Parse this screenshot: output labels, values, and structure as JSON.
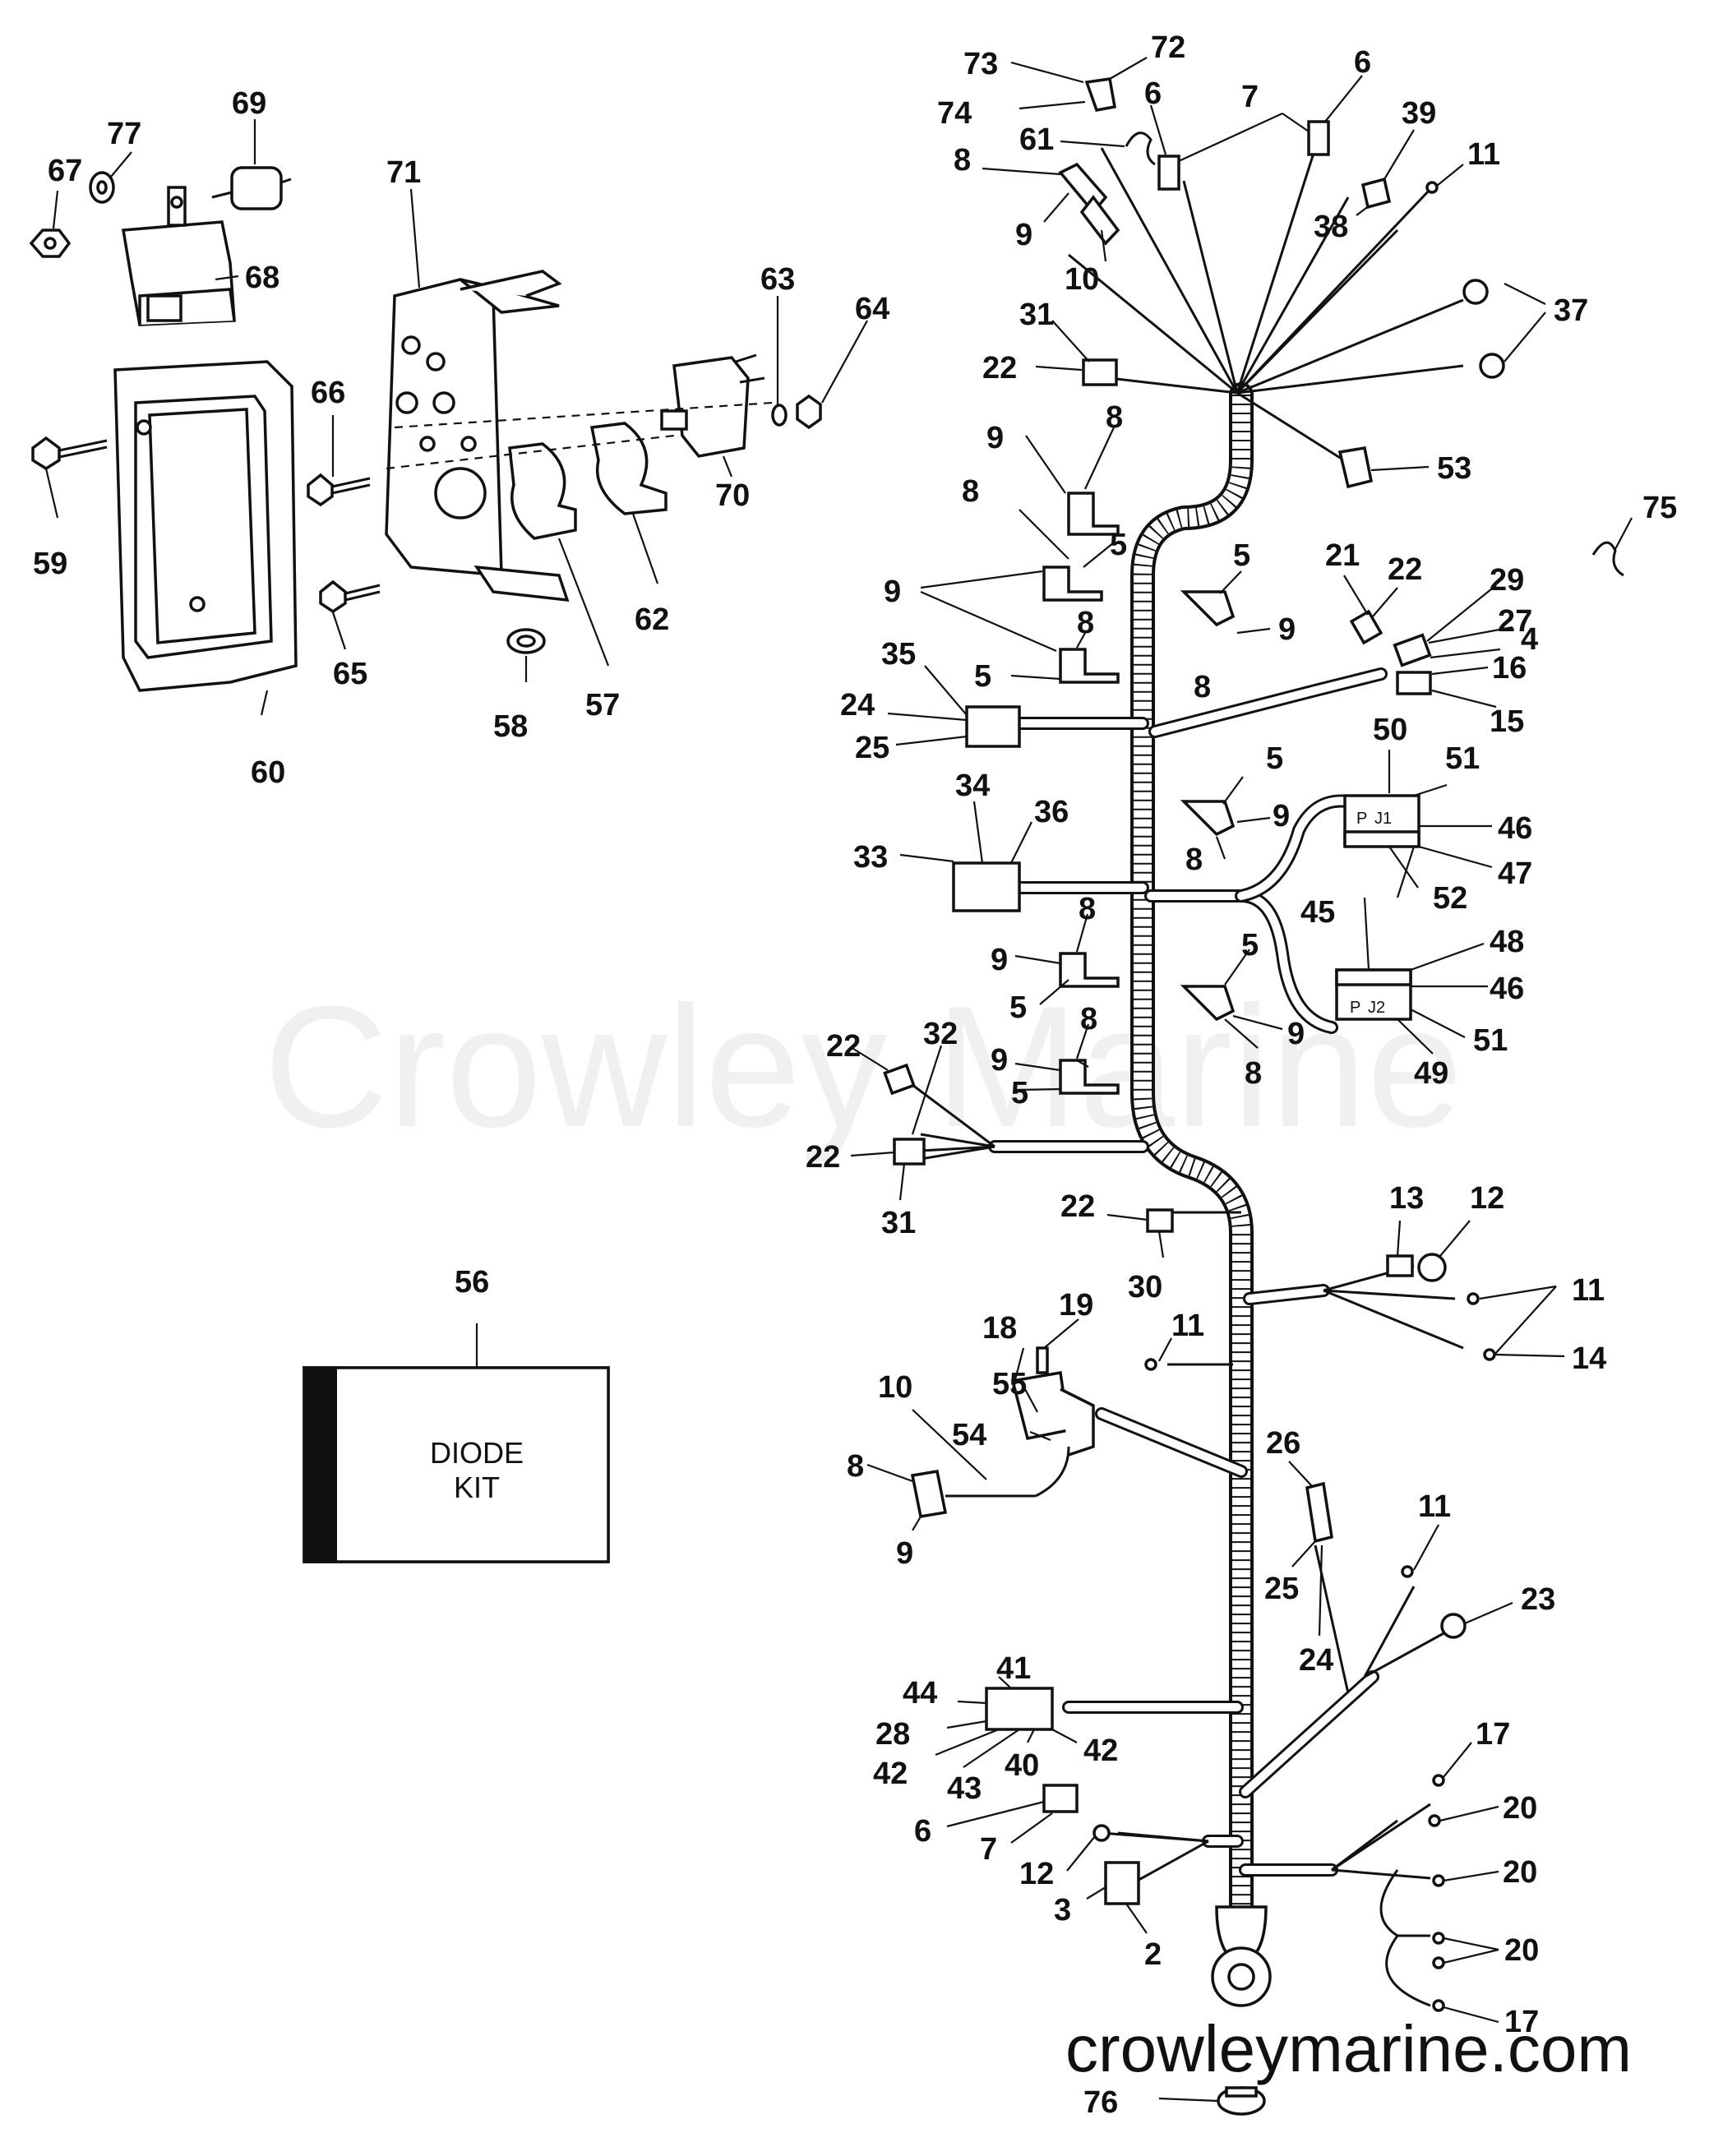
{
  "watermark": "Crowley Marine",
  "footer_site": "crowleymarine.com",
  "diode_kit": {
    "line1": "DIODE",
    "line2": "KIT"
  },
  "connector_marks": {
    "j1": "J1",
    "j2": "J2",
    "p1": "P",
    "p2": "P"
  },
  "callouts": [
    {
      "id": "c69",
      "text": "69"
    },
    {
      "id": "c77",
      "text": "77"
    },
    {
      "id": "c67",
      "text": "67"
    },
    {
      "id": "c68",
      "text": "68"
    },
    {
      "id": "c71",
      "text": "71"
    },
    {
      "id": "c63",
      "text": "63"
    },
    {
      "id": "c64",
      "text": "64"
    },
    {
      "id": "c66",
      "text": "66"
    },
    {
      "id": "c59",
      "text": "59"
    },
    {
      "id": "c70",
      "text": "70"
    },
    {
      "id": "c62",
      "text": "62"
    },
    {
      "id": "c65",
      "text": "65"
    },
    {
      "id": "c58",
      "text": "58"
    },
    {
      "id": "c57",
      "text": "57"
    },
    {
      "id": "c60",
      "text": "60"
    },
    {
      "id": "c56",
      "text": "56"
    },
    {
      "id": "c73",
      "text": "73"
    },
    {
      "id": "c72",
      "text": "72"
    },
    {
      "id": "c74",
      "text": "74"
    },
    {
      "id": "c6a",
      "text": "6"
    },
    {
      "id": "c7a",
      "text": "7"
    },
    {
      "id": "c6b",
      "text": "6"
    },
    {
      "id": "c61",
      "text": "61"
    },
    {
      "id": "c39",
      "text": "39"
    },
    {
      "id": "c8a",
      "text": "8"
    },
    {
      "id": "c11a",
      "text": "11"
    },
    {
      "id": "c38",
      "text": "38"
    },
    {
      "id": "c9a",
      "text": "9"
    },
    {
      "id": "c10a",
      "text": "10"
    },
    {
      "id": "c37",
      "text": "37"
    },
    {
      "id": "c31a",
      "text": "31"
    },
    {
      "id": "c22a",
      "text": "22"
    },
    {
      "id": "c53",
      "text": "53"
    },
    {
      "id": "c8b",
      "text": "8"
    },
    {
      "id": "c9b",
      "text": "9"
    },
    {
      "id": "c75",
      "text": "75"
    },
    {
      "id": "c8c",
      "text": "8"
    },
    {
      "id": "c5a",
      "text": "5"
    },
    {
      "id": "c5b",
      "text": "5"
    },
    {
      "id": "c21",
      "text": "21"
    },
    {
      "id": "c22b",
      "text": "22"
    },
    {
      "id": "c29",
      "text": "29"
    },
    {
      "id": "c9c",
      "text": "9"
    },
    {
      "id": "c8d",
      "text": "8"
    },
    {
      "id": "c9d",
      "text": "9"
    },
    {
      "id": "c27",
      "text": "27"
    },
    {
      "id": "c4",
      "text": "4"
    },
    {
      "id": "c8e",
      "text": "8"
    },
    {
      "id": "c35",
      "text": "35"
    },
    {
      "id": "c5c",
      "text": "5"
    },
    {
      "id": "c16",
      "text": "16"
    },
    {
      "id": "c24a",
      "text": "24"
    },
    {
      "id": "c15",
      "text": "15"
    },
    {
      "id": "c25a",
      "text": "25"
    },
    {
      "id": "c50",
      "text": "50"
    },
    {
      "id": "c5d",
      "text": "5"
    },
    {
      "id": "c51a",
      "text": "51"
    },
    {
      "id": "c34",
      "text": "34"
    },
    {
      "id": "c36",
      "text": "36"
    },
    {
      "id": "c9e",
      "text": "9"
    },
    {
      "id": "c46a",
      "text": "46"
    },
    {
      "id": "c33",
      "text": "33"
    },
    {
      "id": "c8f",
      "text": "8"
    },
    {
      "id": "c47",
      "text": "47"
    },
    {
      "id": "c52",
      "text": "52"
    },
    {
      "id": "c45",
      "text": "45"
    },
    {
      "id": "c8g",
      "text": "8"
    },
    {
      "id": "c5e",
      "text": "5"
    },
    {
      "id": "c48",
      "text": "48"
    },
    {
      "id": "c9f",
      "text": "9"
    },
    {
      "id": "c46b",
      "text": "46"
    },
    {
      "id": "c5f",
      "text": "5"
    },
    {
      "id": "c8h",
      "text": "8"
    },
    {
      "id": "c9g",
      "text": "9"
    },
    {
      "id": "c51b",
      "text": "51"
    },
    {
      "id": "c22c",
      "text": "22"
    },
    {
      "id": "c32",
      "text": "32"
    },
    {
      "id": "c9h",
      "text": "9"
    },
    {
      "id": "c8i",
      "text": "8"
    },
    {
      "id": "c49",
      "text": "49"
    },
    {
      "id": "c5g",
      "text": "5"
    },
    {
      "id": "c22d",
      "text": "22"
    },
    {
      "id": "c31b",
      "text": "31"
    },
    {
      "id": "c13",
      "text": "13"
    },
    {
      "id": "c12a",
      "text": "12"
    },
    {
      "id": "c22e",
      "text": "22"
    },
    {
      "id": "c30",
      "text": "30"
    },
    {
      "id": "c11b",
      "text": "11"
    },
    {
      "id": "c19",
      "text": "19"
    },
    {
      "id": "c11c",
      "text": "11"
    },
    {
      "id": "c14",
      "text": "14"
    },
    {
      "id": "c18",
      "text": "18"
    },
    {
      "id": "c55",
      "text": "55"
    },
    {
      "id": "c10b",
      "text": "10"
    },
    {
      "id": "c54",
      "text": "54"
    },
    {
      "id": "c26",
      "text": "26"
    },
    {
      "id": "c8j",
      "text": "8"
    },
    {
      "id": "c9i",
      "text": "9"
    },
    {
      "id": "c11d",
      "text": "11"
    },
    {
      "id": "c25b",
      "text": "25"
    },
    {
      "id": "c23",
      "text": "23"
    },
    {
      "id": "c24b",
      "text": "24"
    },
    {
      "id": "c41",
      "text": "41"
    },
    {
      "id": "c44",
      "text": "44"
    },
    {
      "id": "c28",
      "text": "28"
    },
    {
      "id": "c42a",
      "text": "42"
    },
    {
      "id": "c40",
      "text": "40"
    },
    {
      "id": "c42b",
      "text": "42"
    },
    {
      "id": "c43",
      "text": "43"
    },
    {
      "id": "c17a",
      "text": "17"
    },
    {
      "id": "c6c",
      "text": "6"
    },
    {
      "id": "c20a",
      "text": "20"
    },
    {
      "id": "c7b",
      "text": "7"
    },
    {
      "id": "c12b",
      "text": "12"
    },
    {
      "id": "c20b",
      "text": "20"
    },
    {
      "id": "c3",
      "text": "3"
    },
    {
      "id": "c2",
      "text": "2"
    },
    {
      "id": "c20c",
      "text": "20"
    },
    {
      "id": "c17b",
      "text": "17"
    },
    {
      "id": "c76",
      "text": "76"
    }
  ]
}
